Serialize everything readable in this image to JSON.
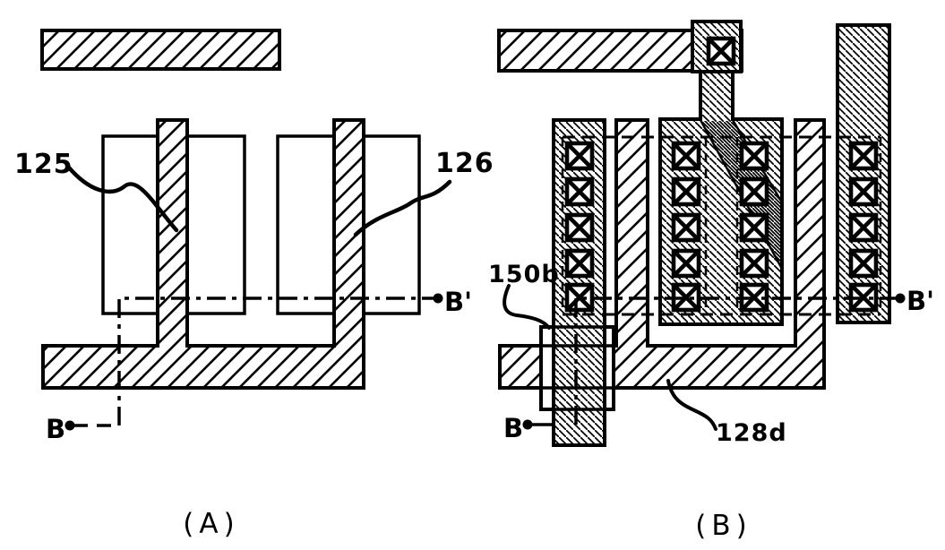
{
  "colors": {
    "ink": "#000000",
    "paper": "#ffffff"
  },
  "figure_a": {
    "caption": "(A)",
    "label_125": "125",
    "label_126": "126",
    "section_b": "B",
    "section_b_prime": "B'"
  },
  "figure_b": {
    "caption": "(B)",
    "label_150b": "150b",
    "label_128d": "128d",
    "section_b": "B",
    "section_b_prime": "B'"
  }
}
